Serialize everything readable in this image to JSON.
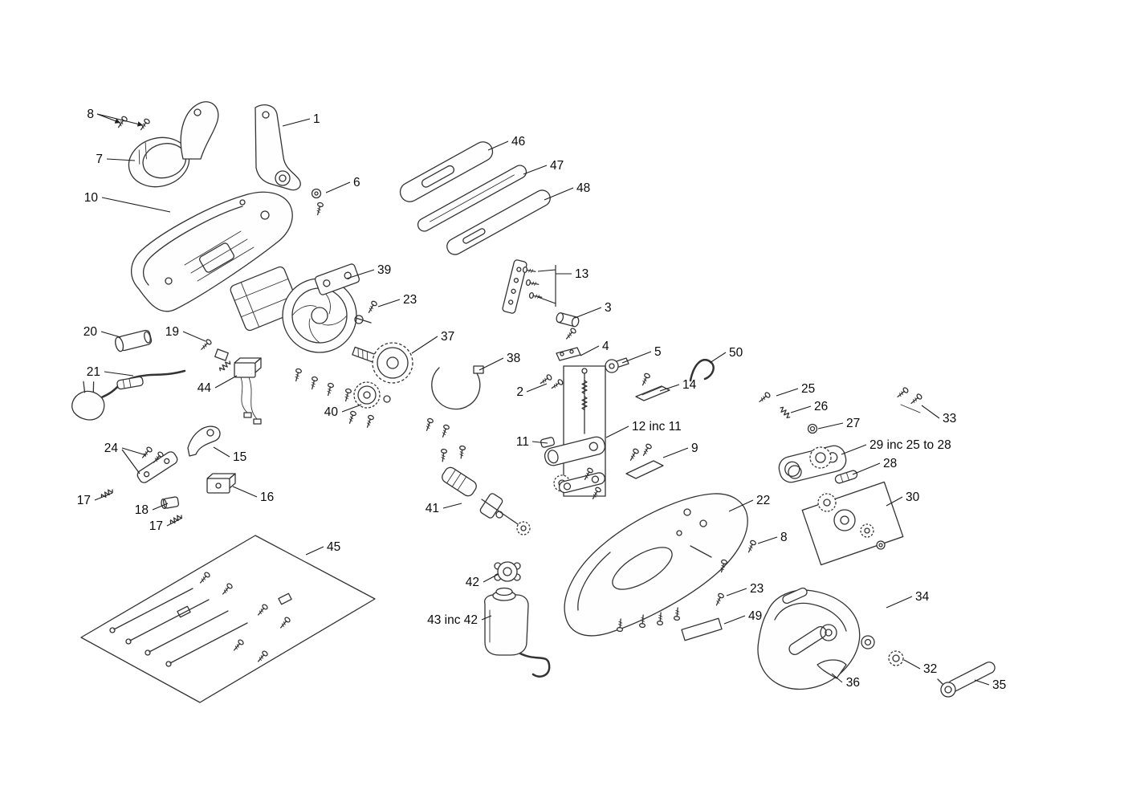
{
  "figure": {
    "kind": "exploded-parts-diagram",
    "background": "#ffffff",
    "line_color": "#333333",
    "text_color": "#0a0a0a"
  },
  "labels": [
    "8",
    "7",
    "1",
    "10",
    "6",
    "46",
    "47",
    "48",
    "39",
    "23",
    "13",
    "3",
    "37",
    "38",
    "4",
    "5",
    "50",
    "2",
    "14",
    "20",
    "19",
    "21",
    "44",
    "40",
    "25",
    "26",
    "27",
    "33",
    "12 inc 11",
    "11",
    "9",
    "29 inc 25 to 28",
    "28",
    "24",
    "15",
    "16",
    "17",
    "18",
    "17",
    "30",
    "22",
    "8",
    "41",
    "45",
    "42",
    "23",
    "43 inc 42",
    "49",
    "34",
    "36",
    "32",
    "35"
  ]
}
